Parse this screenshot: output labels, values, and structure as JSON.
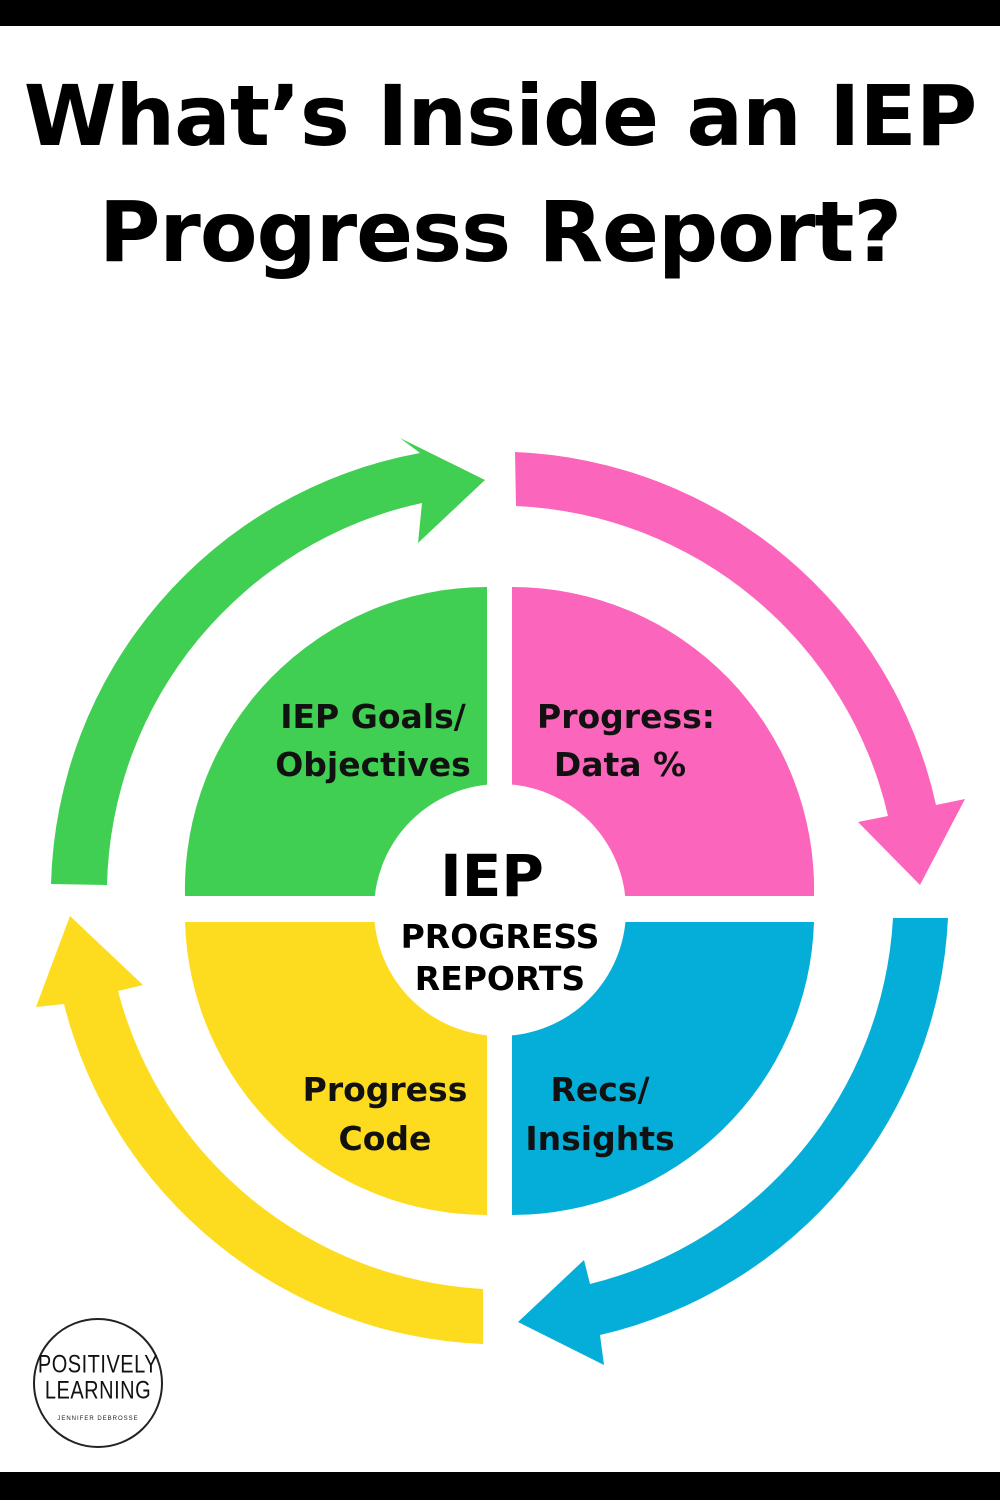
{
  "title": "What’s Inside an IEP Progress Report?",
  "center": {
    "line1": "IEP",
    "line2": "PROGRESS",
    "line3": "REPORTS"
  },
  "quadrants": [
    {
      "key": "goals",
      "line1": "IEP Goals/",
      "line2": "Objectives",
      "color": "#40cf52"
    },
    {
      "key": "data",
      "line1": "Progress:",
      "line2": "Data %",
      "color": "#fc65bc"
    },
    {
      "key": "recs",
      "line1": "Recs/",
      "line2": "Insights",
      "color": "#05aed8"
    },
    {
      "key": "code",
      "line1": "Progress",
      "line2": "Code",
      "color": "#fddb1e"
    }
  ],
  "logo": {
    "line1": "POSITIVELY",
    "line2": "LEARNING",
    "sub": "JENNIFER DEBROSSE"
  }
}
